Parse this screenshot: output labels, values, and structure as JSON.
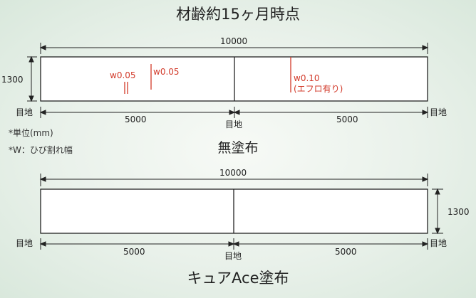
{
  "top_title": "材齢約15ヶ月時点",
  "top_panel": {
    "label": "無塗布",
    "length": "10000",
    "height": "1300",
    "span_left": "5000",
    "span_right": "5000",
    "joint_left": "目地",
    "joint_center": "目地",
    "joint_right": "目地",
    "cracks": [
      {
        "label": "w0.05"
      },
      {
        "label": "w0.05"
      },
      {
        "label": "w0.10",
        "sub": "(エフロ有り)"
      }
    ]
  },
  "notes": [
    "*単位(mm)",
    "*W：ひび割れ幅"
  ],
  "bottom_panel": {
    "label": "キュアAce塗布",
    "length": "10000",
    "height": "1300",
    "span_left": "5000",
    "span_right": "5000",
    "joint_left": "目地",
    "joint_center": "目地",
    "joint_right": "目地"
  },
  "colors": {
    "crack": "#d23a2a",
    "line": "#222222",
    "panel": "#ffffff"
  }
}
